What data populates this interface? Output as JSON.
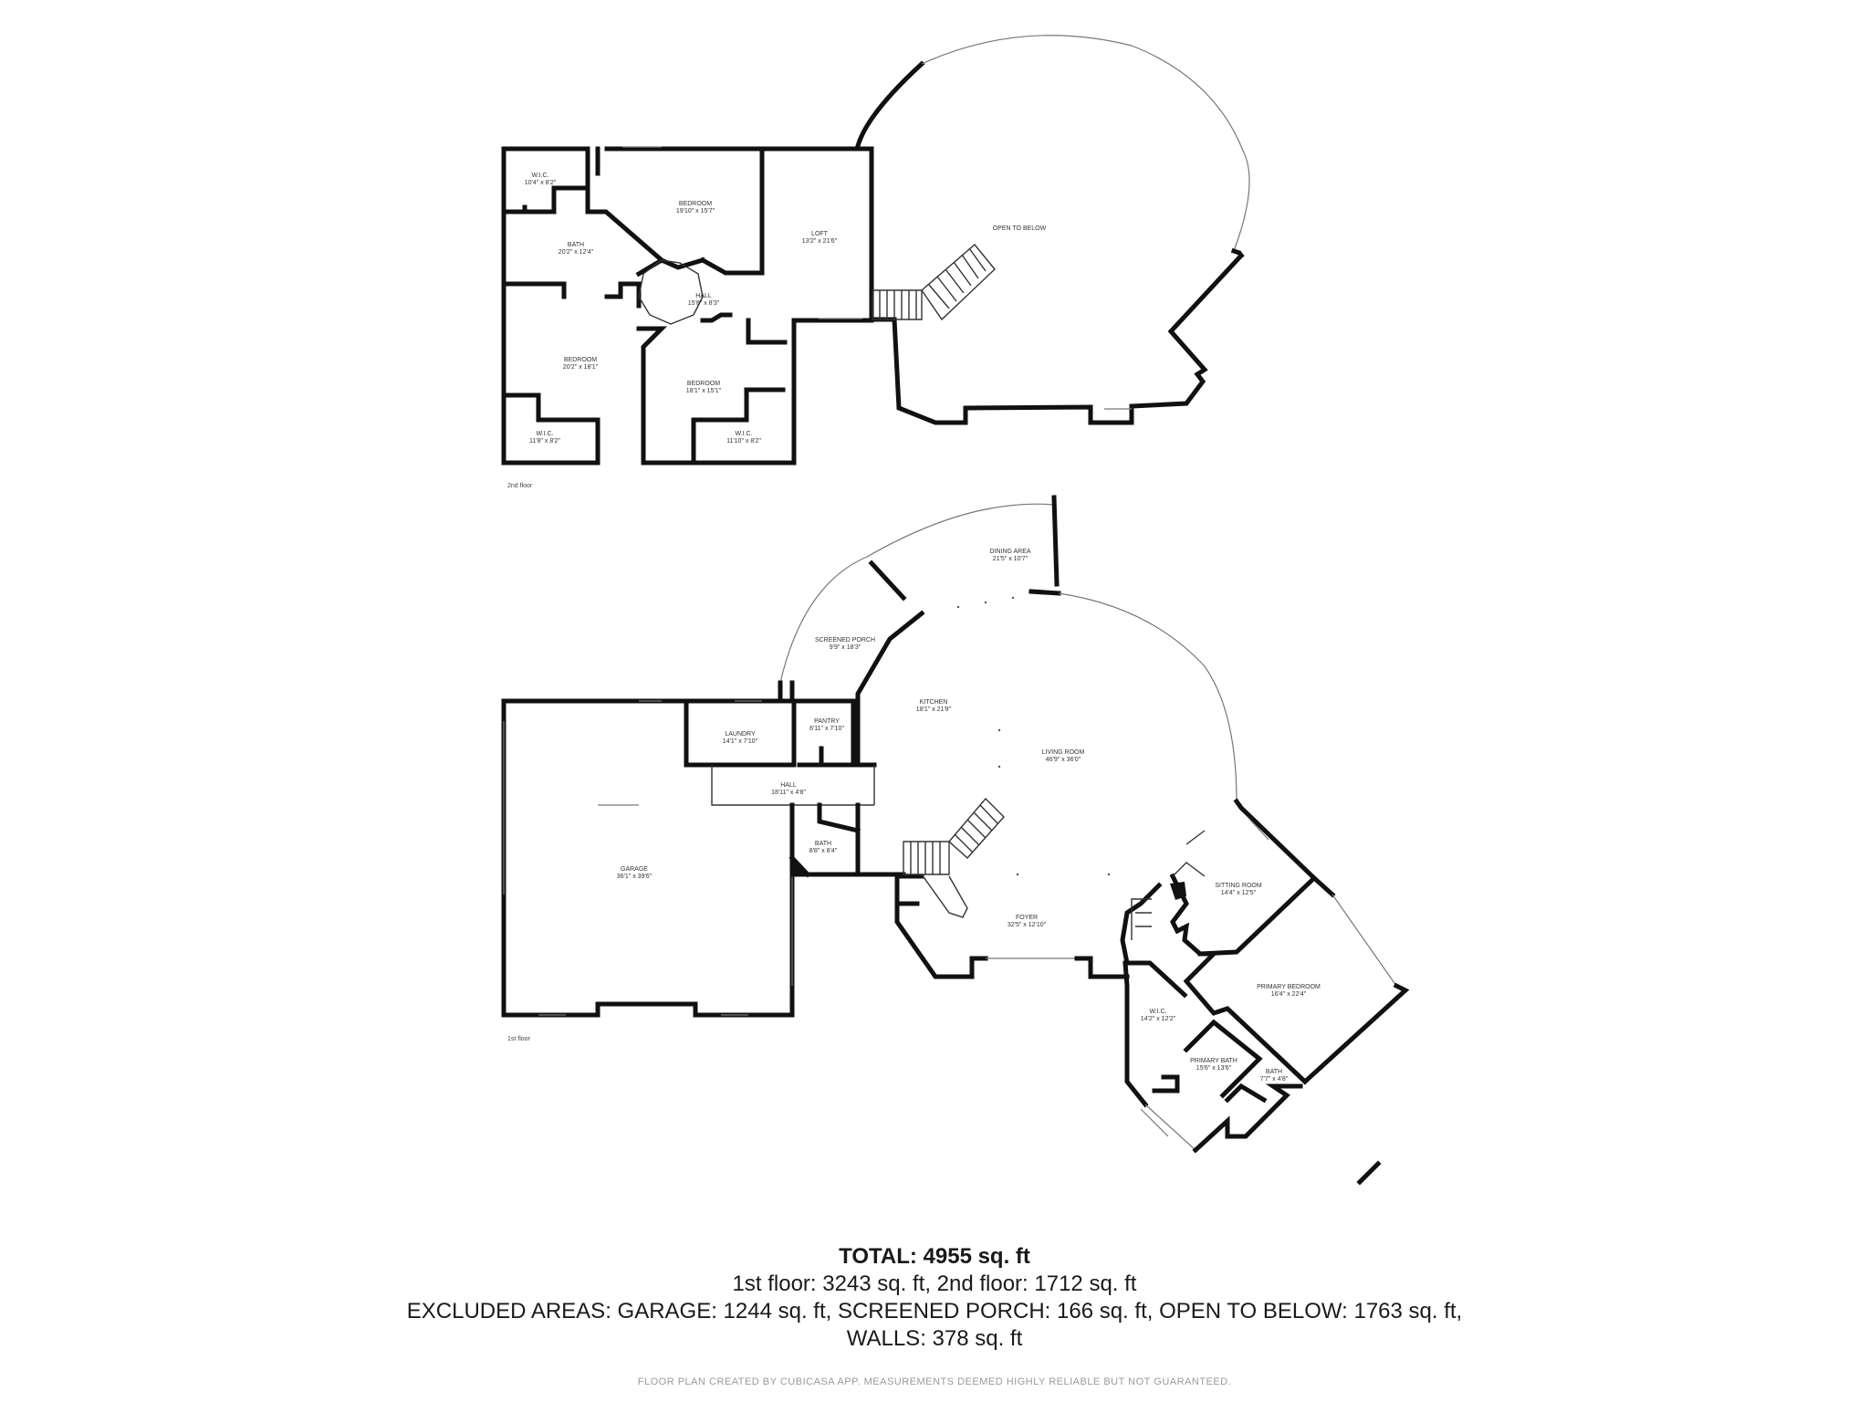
{
  "floors": {
    "second": {
      "label": "2nd floor",
      "rooms": [
        {
          "name": "W.I.C.",
          "size": "10'4\" x 8'2\""
        },
        {
          "name": "BEDROOM",
          "size": "19'10\" x 15'7\""
        },
        {
          "name": "LOFT",
          "size": "13'2\" x 21'6\""
        },
        {
          "name": "OPEN TO BELOW",
          "size": ""
        },
        {
          "name": "BATH",
          "size": "20'2\" x 12'4\""
        },
        {
          "name": "HALL",
          "size": "15'8\" x 8'3\""
        },
        {
          "name": "BEDROOM",
          "size": "20'2\" x 18'1\""
        },
        {
          "name": "BEDROOM",
          "size": "18'1\" x 15'1\""
        },
        {
          "name": "W.I.C.",
          "size": "11'8\" x 8'2\""
        },
        {
          "name": "W.I.C.",
          "size": "11'10\" x 8'2\""
        }
      ]
    },
    "first": {
      "label": "1st floor",
      "rooms": [
        {
          "name": "DINING AREA",
          "size": "21'5\" x 10'7\""
        },
        {
          "name": "SCREENED PORCH",
          "size": "9'9\" x 18'3\""
        },
        {
          "name": "KITCHEN",
          "size": "18'1\" x 21'8\""
        },
        {
          "name": "LAUNDRY",
          "size": "14'1\" x 7'10\""
        },
        {
          "name": "PANTRY",
          "size": "6'11\" x 7'10\""
        },
        {
          "name": "LIVING ROOM",
          "size": "46'9\" x 36'0\""
        },
        {
          "name": "HALL",
          "size": "18'11\" x 4'8\""
        },
        {
          "name": "BATH",
          "size": "8'8\" x 8'4\""
        },
        {
          "name": "GARAGE",
          "size": "36'1\" x 39'6\""
        },
        {
          "name": "SITTING ROOM",
          "size": "14'4\" x 12'5\""
        },
        {
          "name": "FOYER",
          "size": "32'5\" x 12'10\""
        },
        {
          "name": "PRIMARY BEDROOM",
          "size": "16'4\" x 22'4\""
        },
        {
          "name": "W.I.C.",
          "size": "14'2\" x 12'2\""
        },
        {
          "name": "PRIMARY BATH",
          "size": "15'6\" x 13'6\""
        },
        {
          "name": "BATH",
          "size": "7'7\" x 4'8\""
        }
      ]
    }
  },
  "summary": {
    "total": "TOTAL: 4955 sq. ft",
    "floors_line": "1st floor: 3243 sq. ft, 2nd floor: 1712 sq. ft",
    "excluded_line": "EXCLUDED AREAS: GARAGE: 1244 sq. ft, SCREENED PORCH: 166 sq. ft, OPEN TO BELOW: 1763 sq. ft,",
    "walls_line": "WALLS: 378 sq. ft"
  },
  "footer": "FLOOR PLAN CREATED BY CUBICASA APP. MEASUREMENTS DEEMED HIGHLY RELIABLE BUT NOT GUARANTEED."
}
